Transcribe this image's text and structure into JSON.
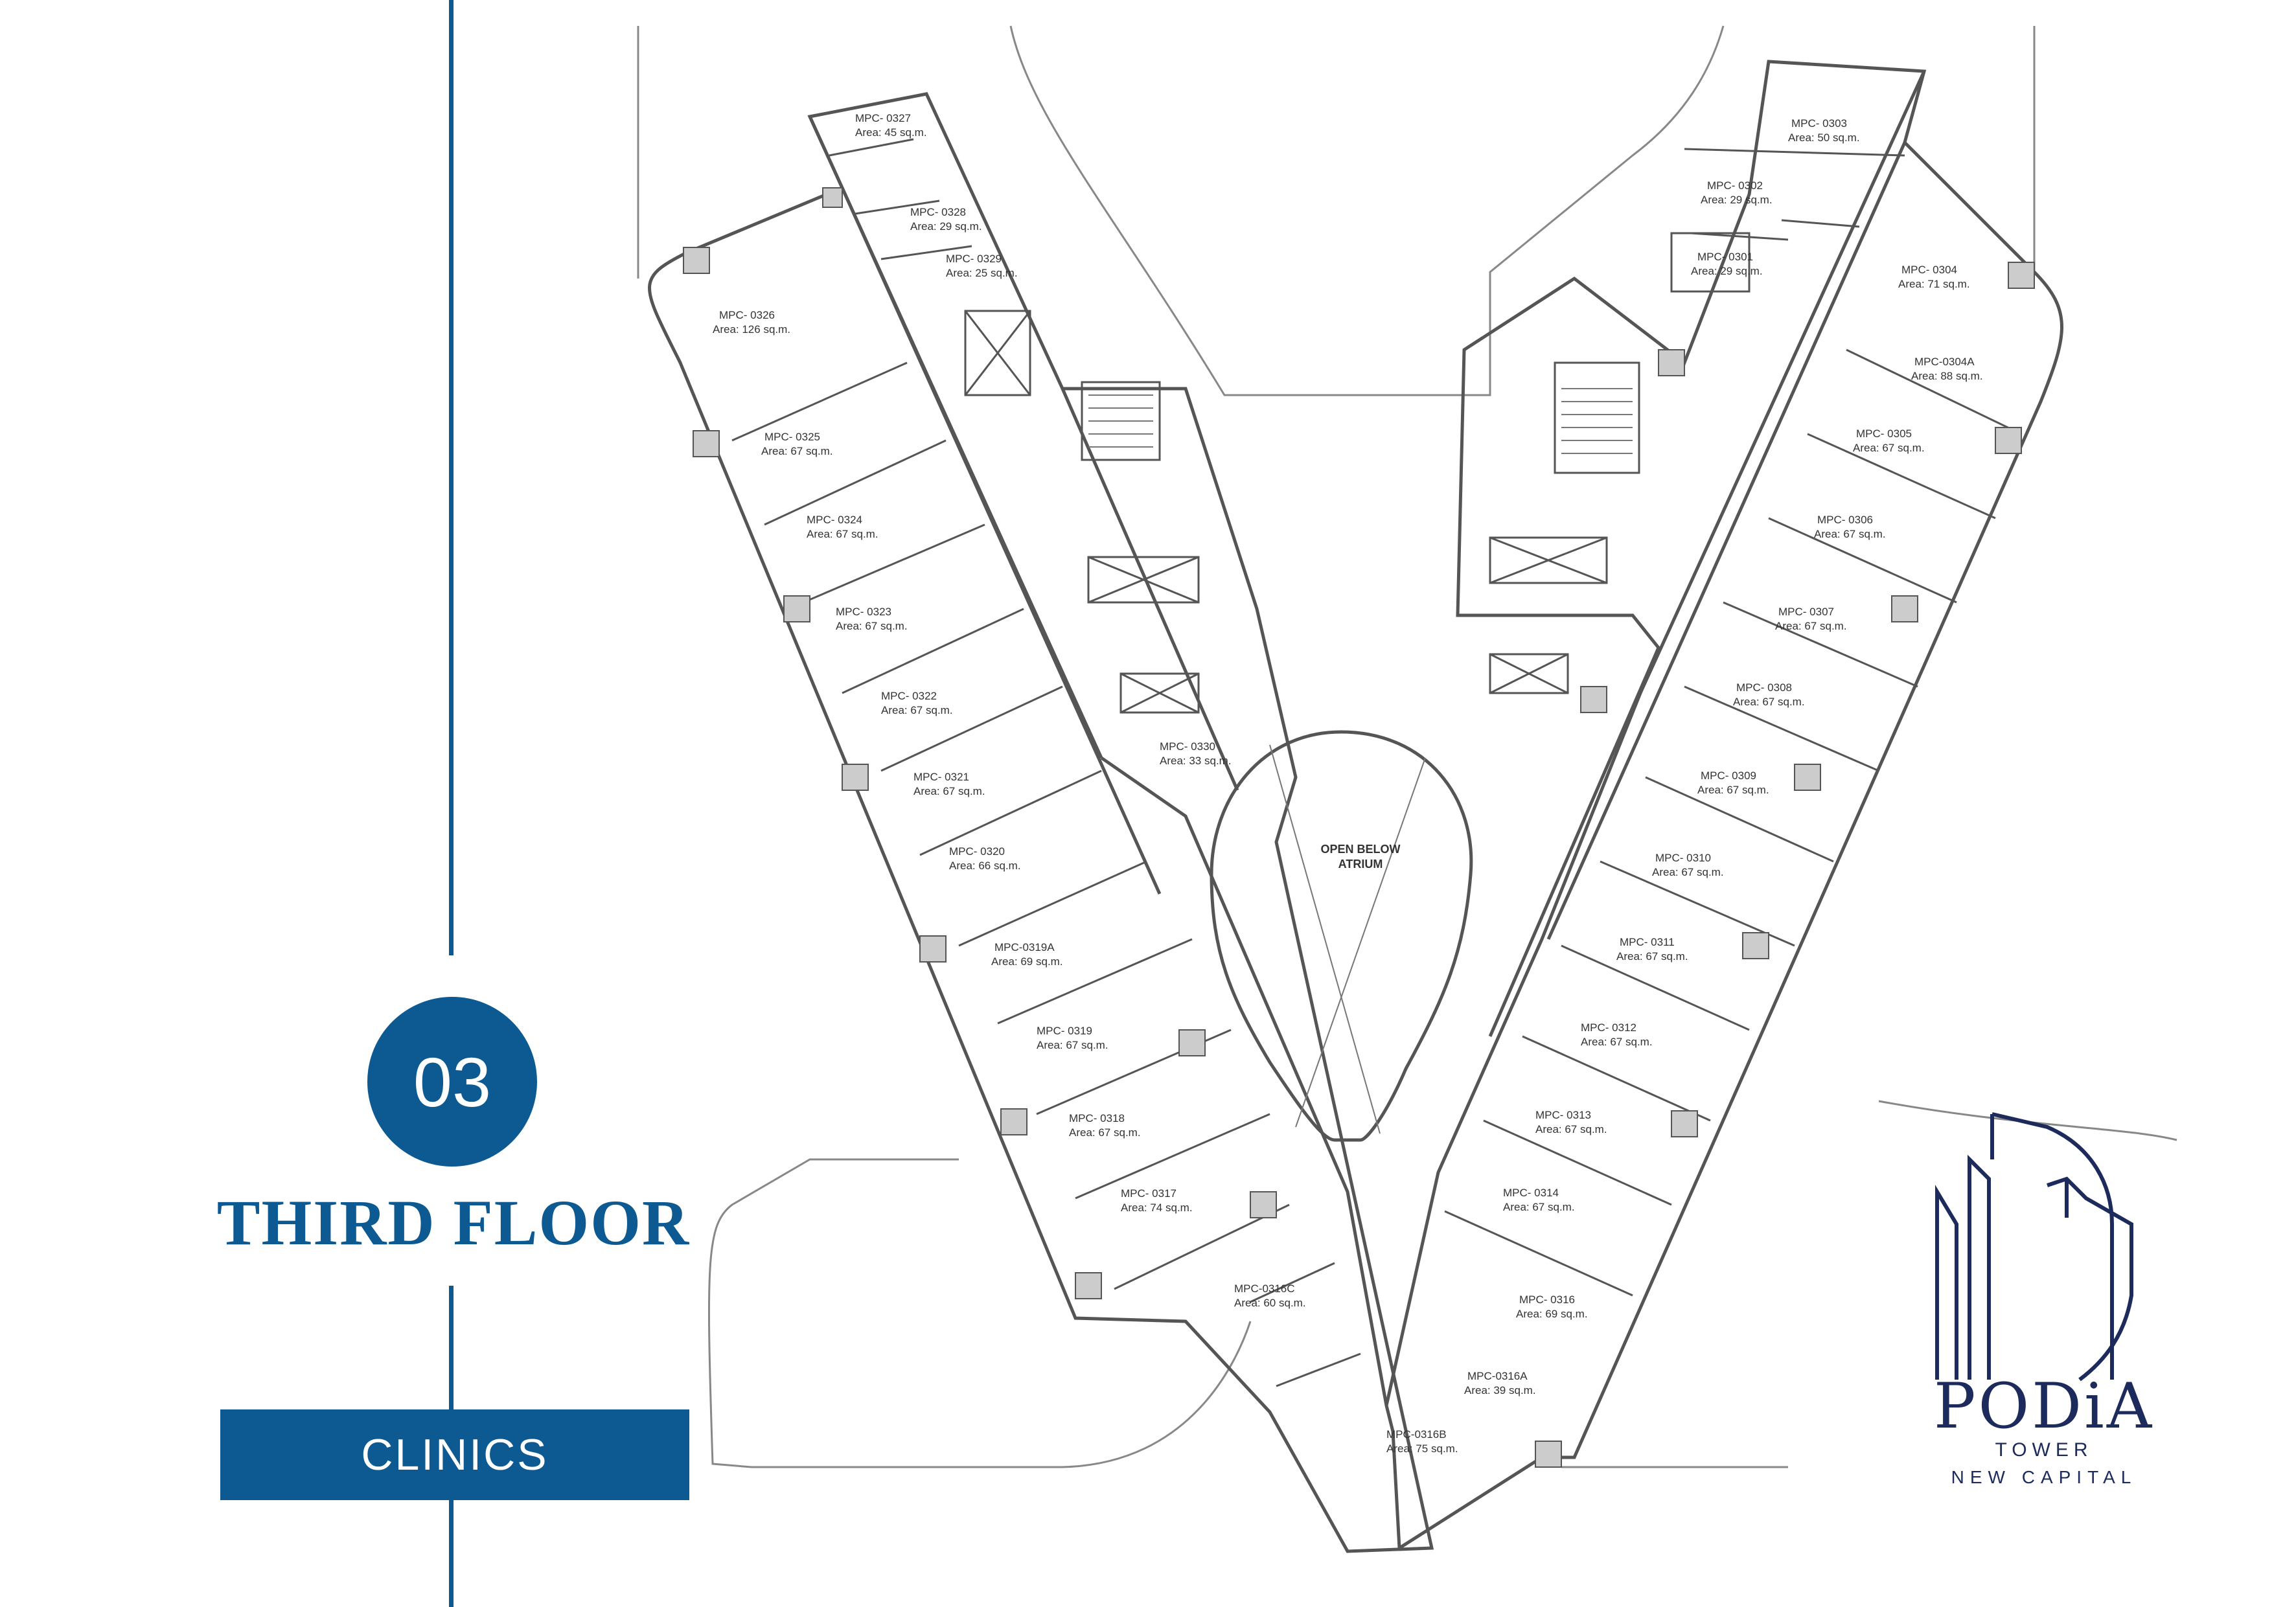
{
  "floor_number": "03",
  "floor_title": "THIRD FLOOR",
  "category": "CLINICS",
  "atrium_label_line1": "OPEN BELOW",
  "atrium_label_line2": "ATRIUM",
  "brand": {
    "name": "PODiA",
    "line1": "TOWER",
    "line2": "NEW CAPITAL"
  },
  "colors": {
    "accent": "#0d5a93",
    "logo": "#1d2b5c",
    "lines": "#555555"
  },
  "units": [
    {
      "code": "MPC- 0327",
      "area": "Area: 45 sq.m."
    },
    {
      "code": "MPC- 0328",
      "area": "Area: 29 sq.m."
    },
    {
      "code": "MPC- 0329",
      "area": "Area: 25 sq.m."
    },
    {
      "code": "MPC- 0326",
      "area": "Area: 126 sq.m."
    },
    {
      "code": "MPC- 0325",
      "area": "Area: 67 sq.m."
    },
    {
      "code": "MPC- 0324",
      "area": "Area: 67 sq.m."
    },
    {
      "code": "MPC- 0323",
      "area": "Area: 67 sq.m."
    },
    {
      "code": "MPC- 0322",
      "area": "Area: 67 sq.m."
    },
    {
      "code": "MPC- 0321",
      "area": "Area: 67 sq.m."
    },
    {
      "code": "MPC- 0320",
      "area": "Area: 66 sq.m."
    },
    {
      "code": "MPC-0319A",
      "area": "Area: 69 sq.m."
    },
    {
      "code": "MPC- 0319",
      "area": "Area: 67 sq.m."
    },
    {
      "code": "MPC- 0318",
      "area": "Area: 67 sq.m."
    },
    {
      "code": "MPC- 0317",
      "area": "Area: 74 sq.m."
    },
    {
      "code": "MPC- 0330",
      "area": "Area: 33 sq.m."
    },
    {
      "code": "MPC-0316C",
      "area": "Area: 60 sq.m."
    },
    {
      "code": "MPC-0316B",
      "area": "Area: 75 sq.m."
    },
    {
      "code": "MPC- 0303",
      "area": "Area: 50 sq.m."
    },
    {
      "code": "MPC- 0302",
      "area": "Area: 29 sq.m."
    },
    {
      "code": "MPC- 0301",
      "area": "Area: 29 sq.m."
    },
    {
      "code": "MPC- 0304",
      "area": "Area: 71 sq.m."
    },
    {
      "code": "MPC-0304A",
      "area": "Area: 88 sq.m."
    },
    {
      "code": "MPC- 0305",
      "area": "Area: 67 sq.m."
    },
    {
      "code": "MPC- 0306",
      "area": "Area: 67 sq.m."
    },
    {
      "code": "MPC- 0307",
      "area": "Area: 67 sq.m."
    },
    {
      "code": "MPC- 0308",
      "area": "Area: 67 sq.m."
    },
    {
      "code": "MPC- 0309",
      "area": "Area: 67 sq.m."
    },
    {
      "code": "MPC- 0310",
      "area": "Area: 67 sq.m."
    },
    {
      "code": "MPC- 0311",
      "area": "Area: 67 sq.m."
    },
    {
      "code": "MPC- 0312",
      "area": "Area: 67 sq.m."
    },
    {
      "code": "MPC- 0313",
      "area": "Area: 67 sq.m."
    },
    {
      "code": "MPC- 0314",
      "area": "Area: 67 sq.m."
    },
    {
      "code": "MPC- 0316",
      "area": "Area: 69 sq.m."
    },
    {
      "code": "MPC-0316A",
      "area": "Area: 39 sq.m."
    }
  ]
}
